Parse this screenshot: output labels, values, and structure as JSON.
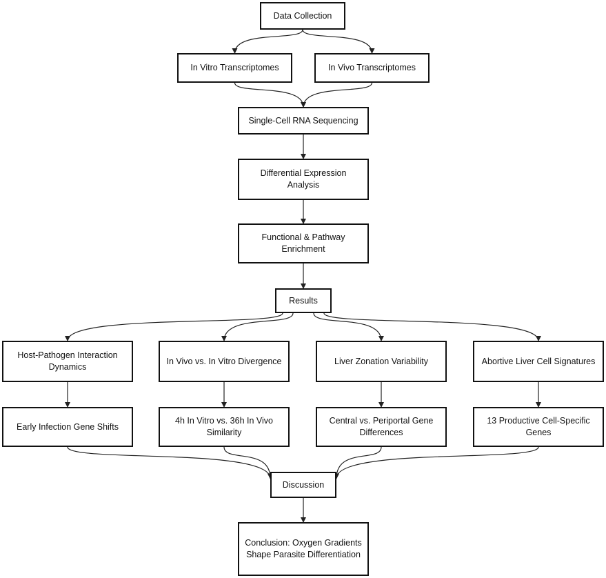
{
  "diagram": {
    "nodes": {
      "data_collection": "Data Collection",
      "in_vitro": "In Vitro Transcriptomes",
      "in_vivo": "In Vivo Transcriptomes",
      "scrna": "Single-Cell RNA Sequencing",
      "dea": "Differential Expression Analysis",
      "enrichment": "Functional & Pathway Enrichment",
      "results": "Results",
      "host_pathogen": "Host-Pathogen Interaction Dynamics",
      "divergence": "In Vivo vs. In Vitro Divergence",
      "zonation": "Liver Zonation Variability",
      "abortive": "Abortive Liver Cell Signatures",
      "early_infection": "Early Infection Gene Shifts",
      "similarity": "4h In Vitro vs. 36h In Vivo Similarity",
      "central_periportal": "Central vs. Periportal Gene Differences",
      "productive_genes": "13 Productive Cell-Specific Genes",
      "discussion": "Discussion",
      "conclusion": "Conclusion: Oxygen Gradients Shape Parasite Differentiation"
    },
    "edges": [
      [
        "data_collection",
        "in_vitro"
      ],
      [
        "data_collection",
        "in_vivo"
      ],
      [
        "in_vitro",
        "scrna"
      ],
      [
        "in_vivo",
        "scrna"
      ],
      [
        "scrna",
        "dea"
      ],
      [
        "dea",
        "enrichment"
      ],
      [
        "enrichment",
        "results"
      ],
      [
        "results",
        "host_pathogen"
      ],
      [
        "results",
        "divergence"
      ],
      [
        "results",
        "zonation"
      ],
      [
        "results",
        "abortive"
      ],
      [
        "host_pathogen",
        "early_infection"
      ],
      [
        "divergence",
        "similarity"
      ],
      [
        "zonation",
        "central_periportal"
      ],
      [
        "abortive",
        "productive_genes"
      ],
      [
        "early_infection",
        "discussion"
      ],
      [
        "similarity",
        "discussion"
      ],
      [
        "central_periportal",
        "discussion"
      ],
      [
        "productive_genes",
        "discussion"
      ],
      [
        "discussion",
        "conclusion"
      ]
    ]
  }
}
